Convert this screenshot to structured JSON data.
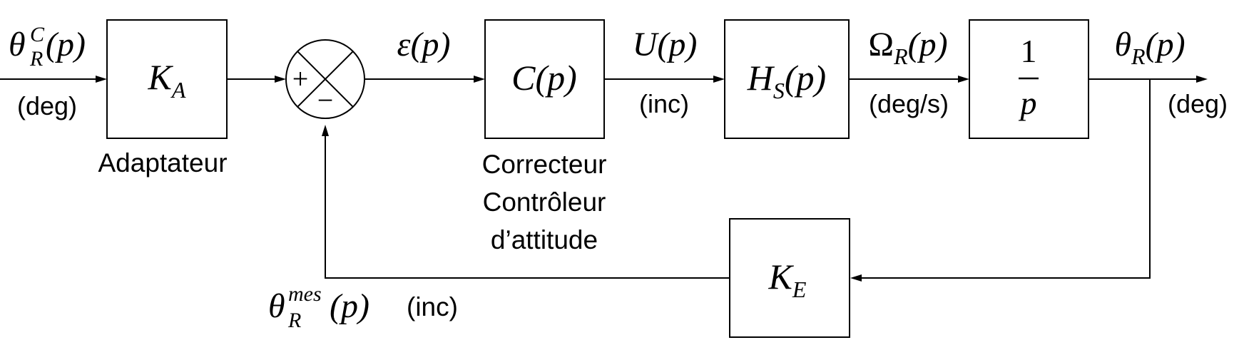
{
  "blocks": {
    "adapter": {
      "symbol": "K",
      "sub": "A",
      "caption": "Adaptateur"
    },
    "controller": {
      "func": "C",
      "arg": "(p)",
      "caption": [
        "Correcteur",
        "Contrôleur",
        "d’attitude"
      ]
    },
    "plant": {
      "func": "H",
      "sub": "S",
      "arg": "(p)"
    },
    "integrator": {
      "numerator": "1",
      "denominator": "p"
    },
    "sensor": {
      "symbol": "K",
      "sub": "E"
    }
  },
  "summing_junction": {
    "plus": "+",
    "minus": "−"
  },
  "signals": {
    "input": {
      "symbol": "θ",
      "sup": "C",
      "sub": "R",
      "arg": "(p)",
      "unit": "(deg)"
    },
    "error": {
      "symbol": "ε",
      "arg": "(p)"
    },
    "command": {
      "symbol": "U",
      "arg": "(p)",
      "unit": "(inc)"
    },
    "rate": {
      "symbol": "Ω",
      "sub": "R",
      "arg": "(p)",
      "unit": "(deg/s)"
    },
    "output": {
      "symbol": "θ",
      "sub": "R",
      "arg": "(p)",
      "unit": "(deg)"
    },
    "measure": {
      "symbol": "θ",
      "sup": "mes",
      "sub": "R",
      "arg": "(p)",
      "unit": "(inc)"
    }
  }
}
